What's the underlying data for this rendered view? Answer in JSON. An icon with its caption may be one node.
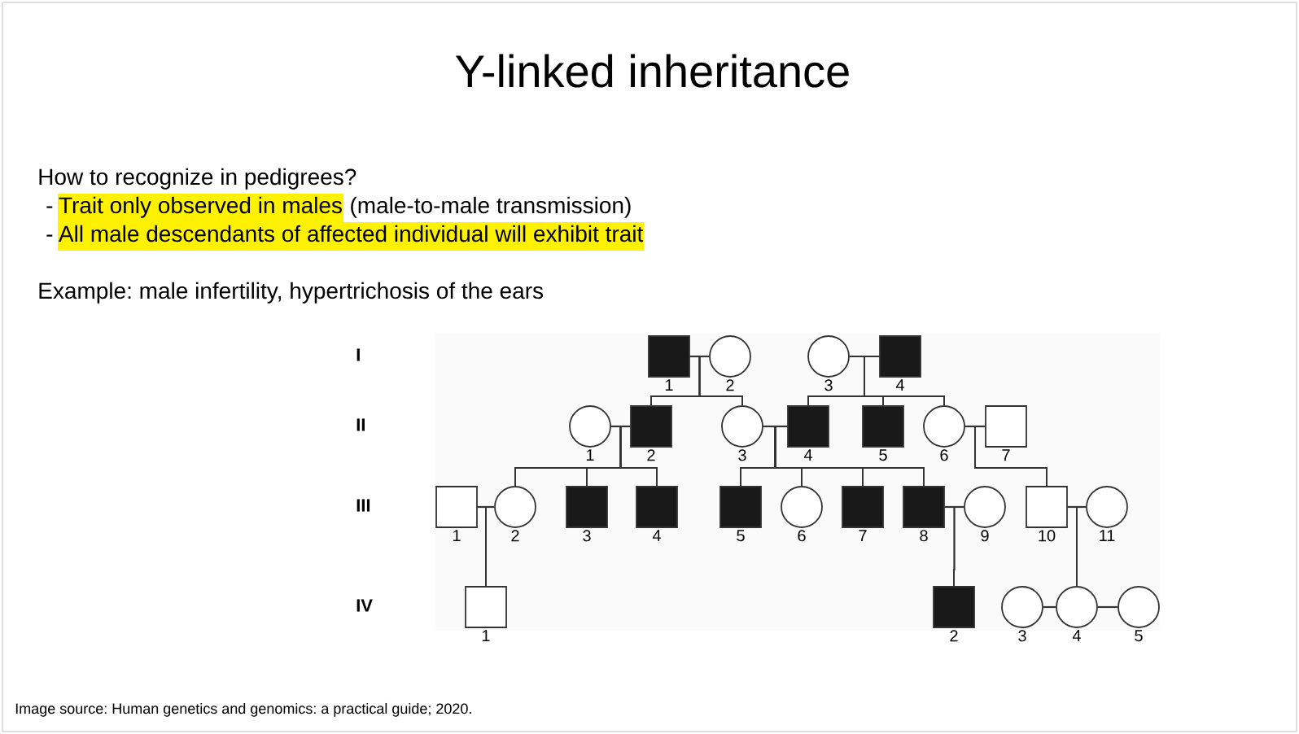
{
  "diagram": {
    "title": "Y-linked inheritance",
    "caption": "Image source: Human genetics and genomics: a practical guide; 2020.",
    "labels": [
      "How to recognize in pedigrees?",
      "-",
      "Trait only observed in males",
      "(male-to-male transmission)",
      "-",
      "All male descendants of affected individual will exhibit trait",
      "Example: male infertility, hypertrichosis of the ears",
      "I",
      "II",
      "III",
      "IV"
    ],
    "nodes": [
      {
        "text": [],
        "shape": "filled-box",
        "beside": [
          "1"
        ]
      },
      {
        "text": [],
        "shape": "circle",
        "beside": [
          "2"
        ]
      },
      {
        "text": [],
        "shape": "circle",
        "beside": [
          "3"
        ]
      },
      {
        "text": [],
        "shape": "filled-box",
        "beside": [
          "4"
        ]
      },
      {
        "text": [],
        "shape": "circle",
        "beside": [
          "1"
        ]
      },
      {
        "text": [],
        "shape": "filled-box",
        "beside": [
          "2"
        ]
      },
      {
        "text": [],
        "shape": "circle",
        "beside": [
          "3"
        ]
      },
      {
        "text": [],
        "shape": "filled-box",
        "beside": [
          "4"
        ]
      },
      {
        "text": [],
        "shape": "filled-box",
        "beside": [
          "5"
        ]
      },
      {
        "text": [],
        "shape": "circle",
        "beside": [
          "6"
        ]
      },
      {
        "text": [],
        "shape": "box",
        "beside": [
          "7"
        ]
      },
      {
        "text": [],
        "shape": "box",
        "beside": [
          "1"
        ]
      },
      {
        "text": [],
        "shape": "circle",
        "beside": [
          "2"
        ]
      },
      {
        "text": [],
        "shape": "filled-box",
        "beside": [
          "3"
        ]
      },
      {
        "text": [],
        "shape": "filled-box",
        "beside": [
          "4"
        ]
      },
      {
        "text": [],
        "shape": "filled-box",
        "beside": [
          "5"
        ]
      },
      {
        "text": [],
        "shape": "circle",
        "beside": [
          "6"
        ]
      },
      {
        "text": [],
        "shape": "filled-box",
        "beside": [
          "7"
        ]
      },
      {
        "text": [],
        "shape": "filled-box",
        "beside": [
          "8"
        ]
      },
      {
        "text": [],
        "shape": "circle",
        "beside": [
          "9"
        ]
      },
      {
        "text": [],
        "shape": "box",
        "beside": [
          "10"
        ]
      },
      {
        "text": [],
        "shape": "circle",
        "beside": [
          "11"
        ]
      },
      {
        "text": [],
        "shape": "box",
        "beside": [
          "1"
        ]
      },
      {
        "text": [],
        "shape": "filled-box",
        "beside": [
          "2"
        ]
      },
      {
        "text": [],
        "shape": "circle",
        "beside": [
          "3"
        ]
      },
      {
        "text": [],
        "shape": "circle",
        "beside": [
          "4"
        ]
      },
      {
        "text": [],
        "shape": "circle",
        "beside": [
          "5"
        ]
      }
    ],
    "edges": [
      {
        "from": 0,
        "to": 1,
        "arrow": "none"
      },
      {
        "from": 2,
        "to": 3,
        "arrow": "none"
      },
      {
        "from": 4,
        "to": 5,
        "arrow": "none"
      },
      {
        "from": 6,
        "to": 7,
        "arrow": "none"
      },
      {
        "from": 9,
        "to": 10,
        "arrow": "none"
      },
      {
        "from": 11,
        "to": 12,
        "arrow": "none"
      },
      {
        "from": 18,
        "to": 19,
        "arrow": "none"
      },
      {
        "from": 20,
        "to": 21,
        "arrow": "none"
      },
      {
        "from": 24,
        "to": 25,
        "arrow": "none"
      },
      {
        "from": 25,
        "to": 26,
        "arrow": "none"
      },
      {
        "from": 0,
        "to": 5,
        "arrow": "none"
      },
      {
        "from": 1,
        "to": 5,
        "arrow": "none"
      },
      {
        "from": 0,
        "to": 6,
        "arrow": "none"
      },
      {
        "from": 1,
        "to": 6,
        "arrow": "none"
      },
      {
        "from": 2,
        "to": 7,
        "arrow": "none"
      },
      {
        "from": 3,
        "to": 7,
        "arrow": "none"
      },
      {
        "from": 2,
        "to": 8,
        "arrow": "none"
      },
      {
        "from": 3,
        "to": 8,
        "arrow": "none"
      },
      {
        "from": 2,
        "to": 9,
        "arrow": "none"
      },
      {
        "from": 3,
        "to": 9,
        "arrow": "none"
      },
      {
        "from": 4,
        "to": 12,
        "arrow": "none"
      },
      {
        "from": 5,
        "to": 12,
        "arrow": "none"
      },
      {
        "from": 4,
        "to": 13,
        "arrow": "none"
      },
      {
        "from": 5,
        "to": 13,
        "arrow": "none"
      },
      {
        "from": 4,
        "to": 14,
        "arrow": "none"
      },
      {
        "from": 5,
        "to": 14,
        "arrow": "none"
      },
      {
        "from": 6,
        "to": 15,
        "arrow": "none"
      },
      {
        "from": 7,
        "to": 15,
        "arrow": "none"
      },
      {
        "from": 6,
        "to": 16,
        "arrow": "none"
      },
      {
        "from": 7,
        "to": 16,
        "arrow": "none"
      },
      {
        "from": 6,
        "to": 17,
        "arrow": "none"
      },
      {
        "from": 7,
        "to": 17,
        "arrow": "none"
      },
      {
        "from": 6,
        "to": 18,
        "arrow": "none"
      },
      {
        "from": 7,
        "to": 18,
        "arrow": "none"
      },
      {
        "from": 9,
        "to": 20,
        "arrow": "none"
      },
      {
        "from": 10,
        "to": 20,
        "arrow": "none"
      },
      {
        "from": 11,
        "to": 22,
        "arrow": "none"
      },
      {
        "from": 12,
        "to": 22,
        "arrow": "none"
      },
      {
        "from": 18,
        "to": 23,
        "arrow": "none"
      },
      {
        "from": 19,
        "to": 23,
        "arrow": "none"
      },
      {
        "from": 20,
        "to": 25,
        "arrow": "none"
      },
      {
        "from": 21,
        "to": 25,
        "arrow": "none"
      }
    ]
  }
}
